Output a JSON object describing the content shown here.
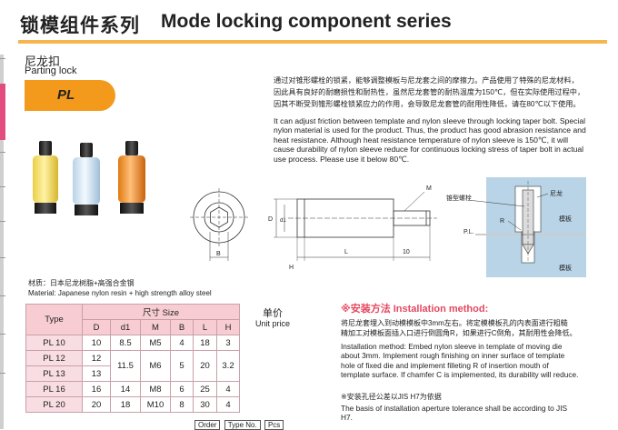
{
  "header": {
    "title_cn": "锁模组件系列",
    "title_en": "Mode locking component series"
  },
  "product": {
    "name_cn": "尼龙扣",
    "name_en": "Parting lock",
    "code": "PL"
  },
  "colors": {
    "accent_bar": "#f6b64f",
    "tag": "#f39a1c",
    "table_header": "#f7cdd3",
    "method_title": "#e4485f"
  },
  "description": {
    "cn_lines": [
      "通过对锥形螺栓的锁紧，能够调整模板与尼龙套之间的摩擦力。产品使用了特殊的尼龙材料，",
      "因此具有良好的耐磨损性和耐热性，虽然尼龙套管的耐热温度为150℃，但在实际使用过程中，",
      "因其不断受到锥形螺栓锁紧应力的作用，会导致尼龙套管的耐用性降低，请在80℃以下使用。"
    ],
    "en": "It can adjust friction between template and nylon sleeve through locking taper bolt. Special nylon material is used for the product. Thus, the product has good abrasion resistance and heat resistance. Although heat resistance temperature of nylon sleeve is 150℃, it will cause durability of nylon sleeve reduce for continuous locking stress of taper bolt in actual use process. Please use it below 80℃."
  },
  "drawing": {
    "labels": {
      "b": "B",
      "d": "D",
      "d1": "d1",
      "h": "H",
      "m": "M",
      "l": "L",
      "ten": "10"
    },
    "install": {
      "bolt": "锥型螺栓",
      "nylon": "尼龙",
      "plate1": "模板",
      "plate2": "模板",
      "r": "R",
      "pl": "P.L."
    }
  },
  "material": {
    "cn": "材质：日本尼龙树脂+高强合金钢",
    "en": "Material: Japanese nylon resin + high strength alloy steel"
  },
  "table": {
    "type_header": "Type",
    "size_header": "尺寸 Size",
    "columns": [
      "D",
      "d1",
      "M",
      "B",
      "L",
      "H"
    ],
    "unit_price_cn": "单价",
    "unit_price_en": "Unit price",
    "rows": [
      {
        "type": "PL 10",
        "D": "10",
        "d1": "8.5",
        "M": "M5",
        "B": "4",
        "L": "18",
        "H": "3"
      },
      {
        "type": "PL 12",
        "D": "12",
        "d1": "11.5",
        "M": "M6",
        "B": "5",
        "L": "20",
        "H": "3.2"
      },
      {
        "type": "PL 13",
        "D": "13"
      },
      {
        "type": "PL 16",
        "D": "16",
        "d1": "14",
        "M": "M8",
        "B": "6",
        "L": "25",
        "H": "4"
      },
      {
        "type": "PL 20",
        "D": "20",
        "d1": "18",
        "M": "M10",
        "B": "8",
        "L": "30",
        "H": "4"
      }
    ]
  },
  "installation": {
    "title": "※安装方法 Installation method:",
    "cn_lines": [
      "将尼龙套埋入到动模模板中3mm左右。将定模模板孔的内表面进行粗糙",
      "精加工对模板面插入口进行倒圆角R，如果进行C倒角，其耐用性会降低。"
    ],
    "en": "Installation method: Embed nylon sleeve in template of moving die about 3mm. Implement rough finishing on inner surface of template hole of fixed die and implement filleting R of insertion mouth of template surface. If chamfer C is implemented, its durability will reduce.",
    "tolerance_cn": "※安装孔径公差以JIS H7为依据",
    "tolerance_en": "The basis of installation aperture tolerance shall be according to JIS H7."
  },
  "order_example": {
    "order": "Order",
    "type": "Type No.",
    "pcs": "Pcs"
  }
}
